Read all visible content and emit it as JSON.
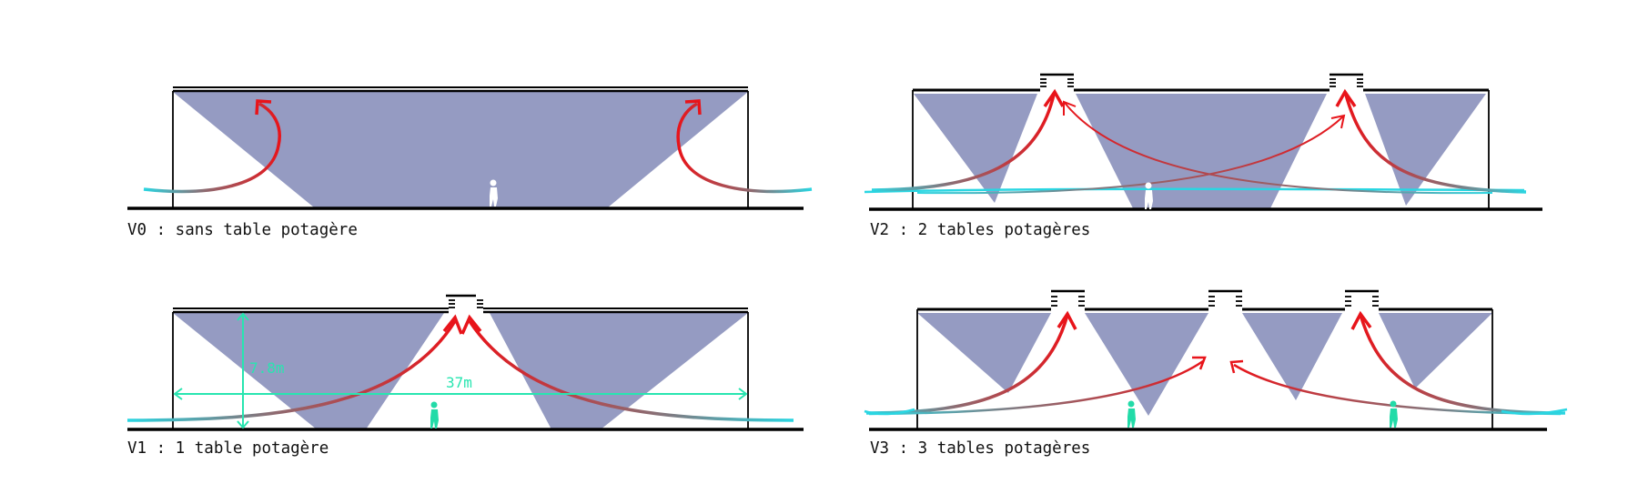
{
  "colors": {
    "shade": "#959bc2",
    "structure": "#000000",
    "airflow_hot": "#e8141a",
    "airflow_cool": "#2ad6e2",
    "dimension": "#28e5b0",
    "person_light": "#ffffff",
    "person_accent": "#22dba8"
  },
  "panels": {
    "v0": {
      "caption": "V0 : sans table potagère"
    },
    "v1": {
      "caption": "V1 : 1 table potagère",
      "height_label": "7.8m",
      "width_label": "37m"
    },
    "v2": {
      "caption": "V2 : 2 tables potagères"
    },
    "v3": {
      "caption": "V3 : 3 tables potagères"
    }
  }
}
